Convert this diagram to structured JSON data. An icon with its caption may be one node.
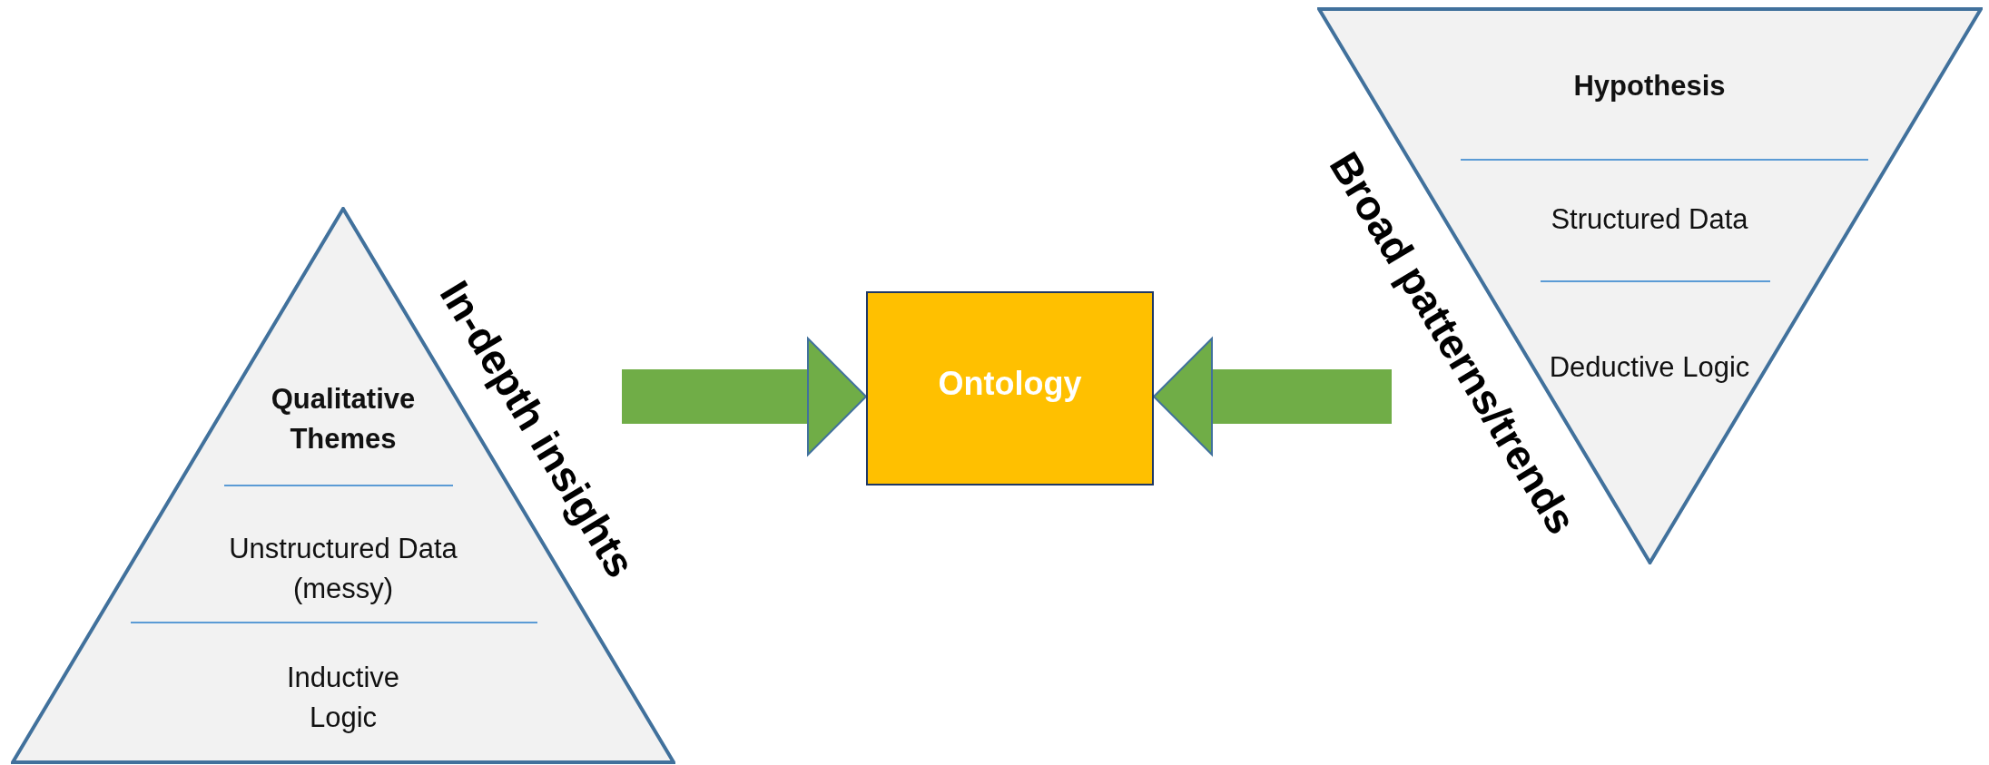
{
  "diagram": {
    "nodes": [
      {
        "text": [
          "Qualitative Themes",
          "Unstructured Data (messy)",
          "Inductive Logic"
        ],
        "beside": [
          "In-depth insights"
        ]
      },
      {
        "text": [
          "Ontology"
        ]
      },
      {
        "text": [
          "Hypothesis",
          "Structured Data",
          "Deductive Logic"
        ],
        "beside": [
          "Broad patterns/trends"
        ]
      }
    ],
    "edges": [
      {
        "from": 0,
        "to": 1,
        "arrow": "to"
      },
      {
        "from": 2,
        "to": 1,
        "arrow": "to"
      }
    ]
  }
}
